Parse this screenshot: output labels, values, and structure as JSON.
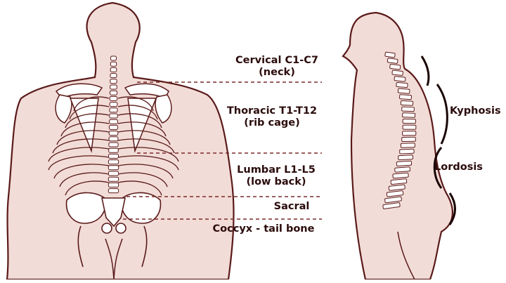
{
  "labels": {
    "cervical_line1": "Cervical C1-C7",
    "cervical_line2": "(neck)",
    "thoracic_line1": "Thoracic T1-T12",
    "thoracic_line2": "(rib cage)",
    "lumbar_line1": "Lumbar L1-L5",
    "lumbar_line2": "(low back)",
    "sacral": "Sacral",
    "coccyx": "Coccyx - tail bone",
    "kyphosis": "Kyphosis",
    "lordosis": "Lordosis"
  },
  "colors": {
    "skin": "#f2dcd7",
    "outline": "#5a1a1a",
    "bone": "#ffffff",
    "text": "#2b0b0b",
    "guide_line": "#7a2a2a"
  }
}
